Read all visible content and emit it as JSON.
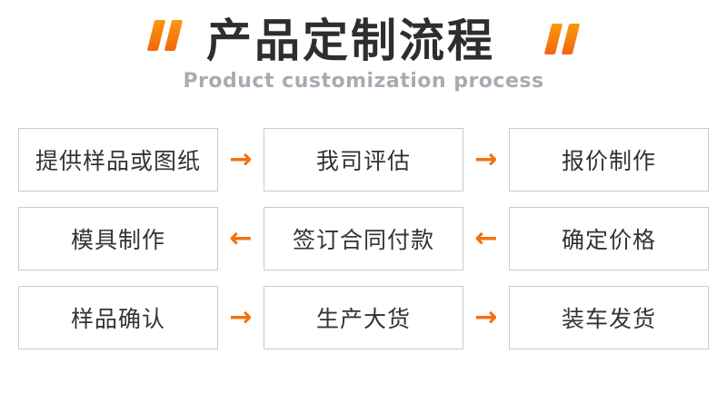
{
  "colors": {
    "accent_orange": "#f4710d",
    "quote_gradient_top": "#f9990f",
    "quote_gradient_bottom": "#f2670a",
    "title_text": "#2e2e2e",
    "subtitle_text": "#a6acb4",
    "box_border": "#cbcbcb",
    "box_text": "#333333",
    "background": "#ffffff"
  },
  "header": {
    "title": "产品定制流程",
    "subtitle": "Product customization process"
  },
  "icons": {
    "left_quote": "quote-open-icon",
    "right_quote": "quote-close-icon"
  },
  "flow": {
    "arrow_right": "→",
    "arrow_left": "←",
    "rows": [
      {
        "direction": "right",
        "steps": [
          "提供样品或图纸",
          "我司评估",
          "报价制作"
        ]
      },
      {
        "direction": "left",
        "steps": [
          "模具制作",
          "签订合同付款",
          "确定价格"
        ]
      },
      {
        "direction": "right",
        "steps": [
          "样品确认",
          "生产大货",
          "装车发货"
        ]
      }
    ]
  }
}
